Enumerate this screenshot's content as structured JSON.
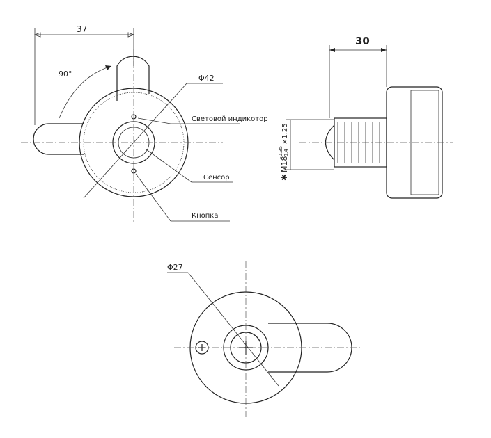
{
  "front_view": {
    "width_dim": "37",
    "angle": "90°",
    "diameter": "Φ42",
    "labels": {
      "indicator": "Световой индикотор",
      "sensor": "Сенсор",
      "button": "Кнопка"
    }
  },
  "side_view": {
    "length_dim": "30",
    "thread": "M18",
    "tol_upper": "-0.35",
    "tol_lower": "-0.4",
    "pitch": "×1.25",
    "mark": "✱"
  },
  "rear_view": {
    "diameter": "Φ27"
  }
}
